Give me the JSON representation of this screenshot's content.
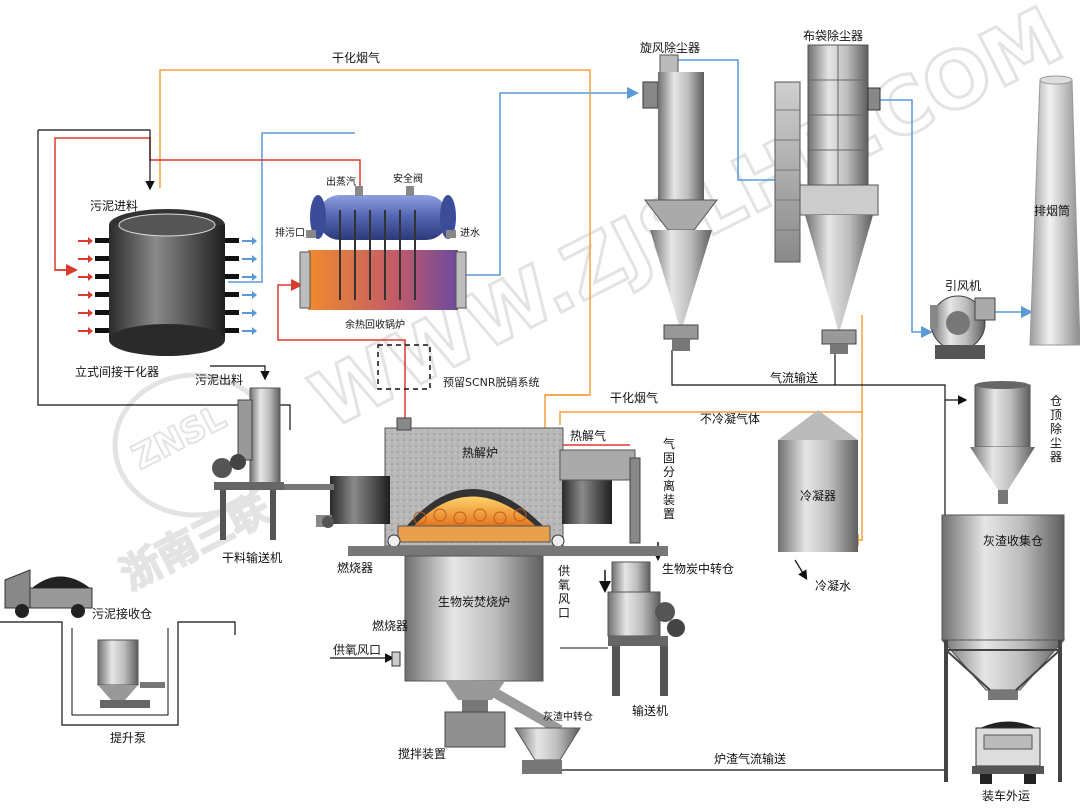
{
  "labels": {
    "dry_flue_gas_top": "干化烟气",
    "sludge_feed": "污泥进料",
    "indirect_dryer": "立式间接干化器",
    "sludge_discharge": "污泥出料",
    "waste_heat_boiler": "余热回收锅炉",
    "steam_outlet": "出蒸汽",
    "safety_valve": "安全阀",
    "blowdown": "排污口",
    "water_inlet": "进水",
    "scnr": "预留SCNR脱硝系统",
    "cyclone": "旋风除尘器",
    "baghouse": "布袋除尘器",
    "chimney": "排烟筒",
    "fan": "引风机",
    "pneumatic_transport": "气流输送",
    "dry_flue_gas_mid": "干化烟气",
    "non_condensable": "不冷凝气体",
    "pyrolysis_gas": "热解气",
    "pyrolysis_furnace": "热解炉",
    "gas_solid_sep": "气固分离装置",
    "condenser": "冷凝器",
    "condensate": "冷凝水",
    "dry_conveyor": "干料输送机",
    "burner_1": "燃烧器",
    "burner_2": "燃烧器",
    "oxygen_port_1": "供氧风口",
    "oxygen_port_2": "供氧风口",
    "biochar_incinerator": "生物炭焚烧炉",
    "biochar_transfer": "生物炭中转仓",
    "conveyor": "输送机",
    "ash_transfer": "灰渣中转仓",
    "stirrer": "搅拌装置",
    "slag_transport": "炉渣气流输送",
    "sludge_bin": "污泥接收仓",
    "lift_pump": "提升泵",
    "bin_top_dust": "仓顶除尘器",
    "ash_silo": "灰渣收集仓",
    "truck_out": "装车外运"
  },
  "watermark": {
    "url": "WWW.ZJSLHB.COM",
    "company": "浙南三联",
    "logo_text": "ZNSL"
  },
  "colors": {
    "flue_gas_line": "#f2a03d",
    "water_line": "#5a9ad6",
    "hot_line": "#d93a2e",
    "black_line": "#111111",
    "equipment_gray": "#9e9e9e",
    "boiler_blue": "#5c6fb8"
  }
}
